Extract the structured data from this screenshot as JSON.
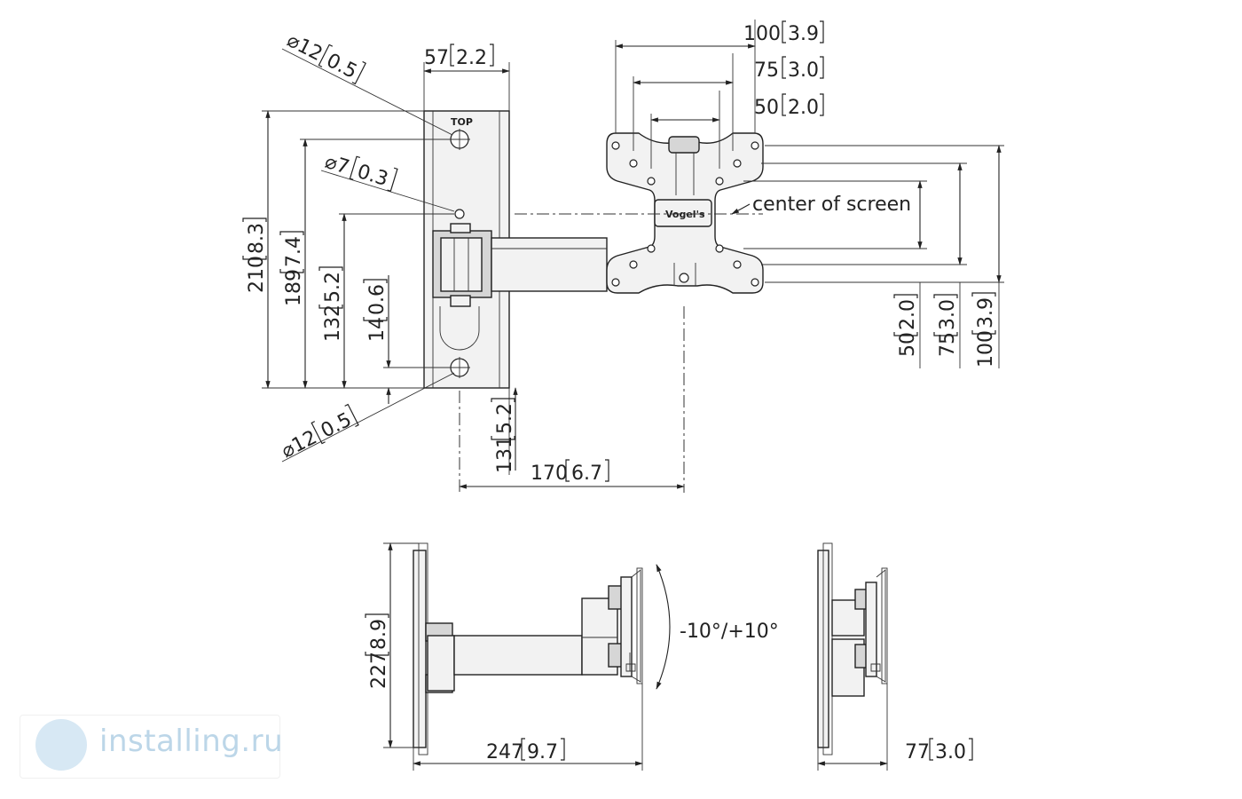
{
  "dimensions": {
    "top_hole_dia": {
      "value": "12",
      "inch": "0.5"
    },
    "bottom_hole_dia": {
      "value": "12",
      "inch": "0.5"
    },
    "small_hole_dia": {
      "value": "7",
      "inch": "0.3"
    },
    "wall_plate_width": {
      "value": "57",
      "inch": "2.2"
    },
    "vesa_100": {
      "value": "100",
      "inch": "3.9"
    },
    "vesa_75": {
      "value": "75",
      "inch": "3.0"
    },
    "vesa_50": {
      "value": "50",
      "inch": "2.0"
    },
    "height_210": {
      "value": "210",
      "inch": "8.3"
    },
    "height_189": {
      "value": "189",
      "inch": "7.4"
    },
    "height_132": {
      "value": "132",
      "inch": "5.2"
    },
    "height_14": {
      "value": "14",
      "inch": "0.6"
    },
    "height_131": {
      "value": "131",
      "inch": "5.2"
    },
    "reach_170": {
      "value": "170",
      "inch": "6.7"
    },
    "right_vesa_50": {
      "value": "50",
      "inch": "2.0"
    },
    "right_vesa_75": {
      "value": "75",
      "inch": "3.0"
    },
    "right_vesa_100": {
      "value": "100",
      "inch": "3.9"
    },
    "side_height_227": {
      "value": "227",
      "inch": "8.9"
    },
    "side_depth_247": {
      "value": "247",
      "inch": "9.7"
    },
    "folded_depth_77": {
      "value": "77",
      "inch": "3.0"
    }
  },
  "labels": {
    "top": "TOP",
    "center_of_screen": "center of screen",
    "tilt": "-10°/+10°",
    "brand": "Vogel's"
  },
  "watermark": {
    "text": "installing.ru",
    "color": "#bcd6e8"
  },
  "icons": [
    "tilt-arrow-icon",
    "logo-icon"
  ]
}
